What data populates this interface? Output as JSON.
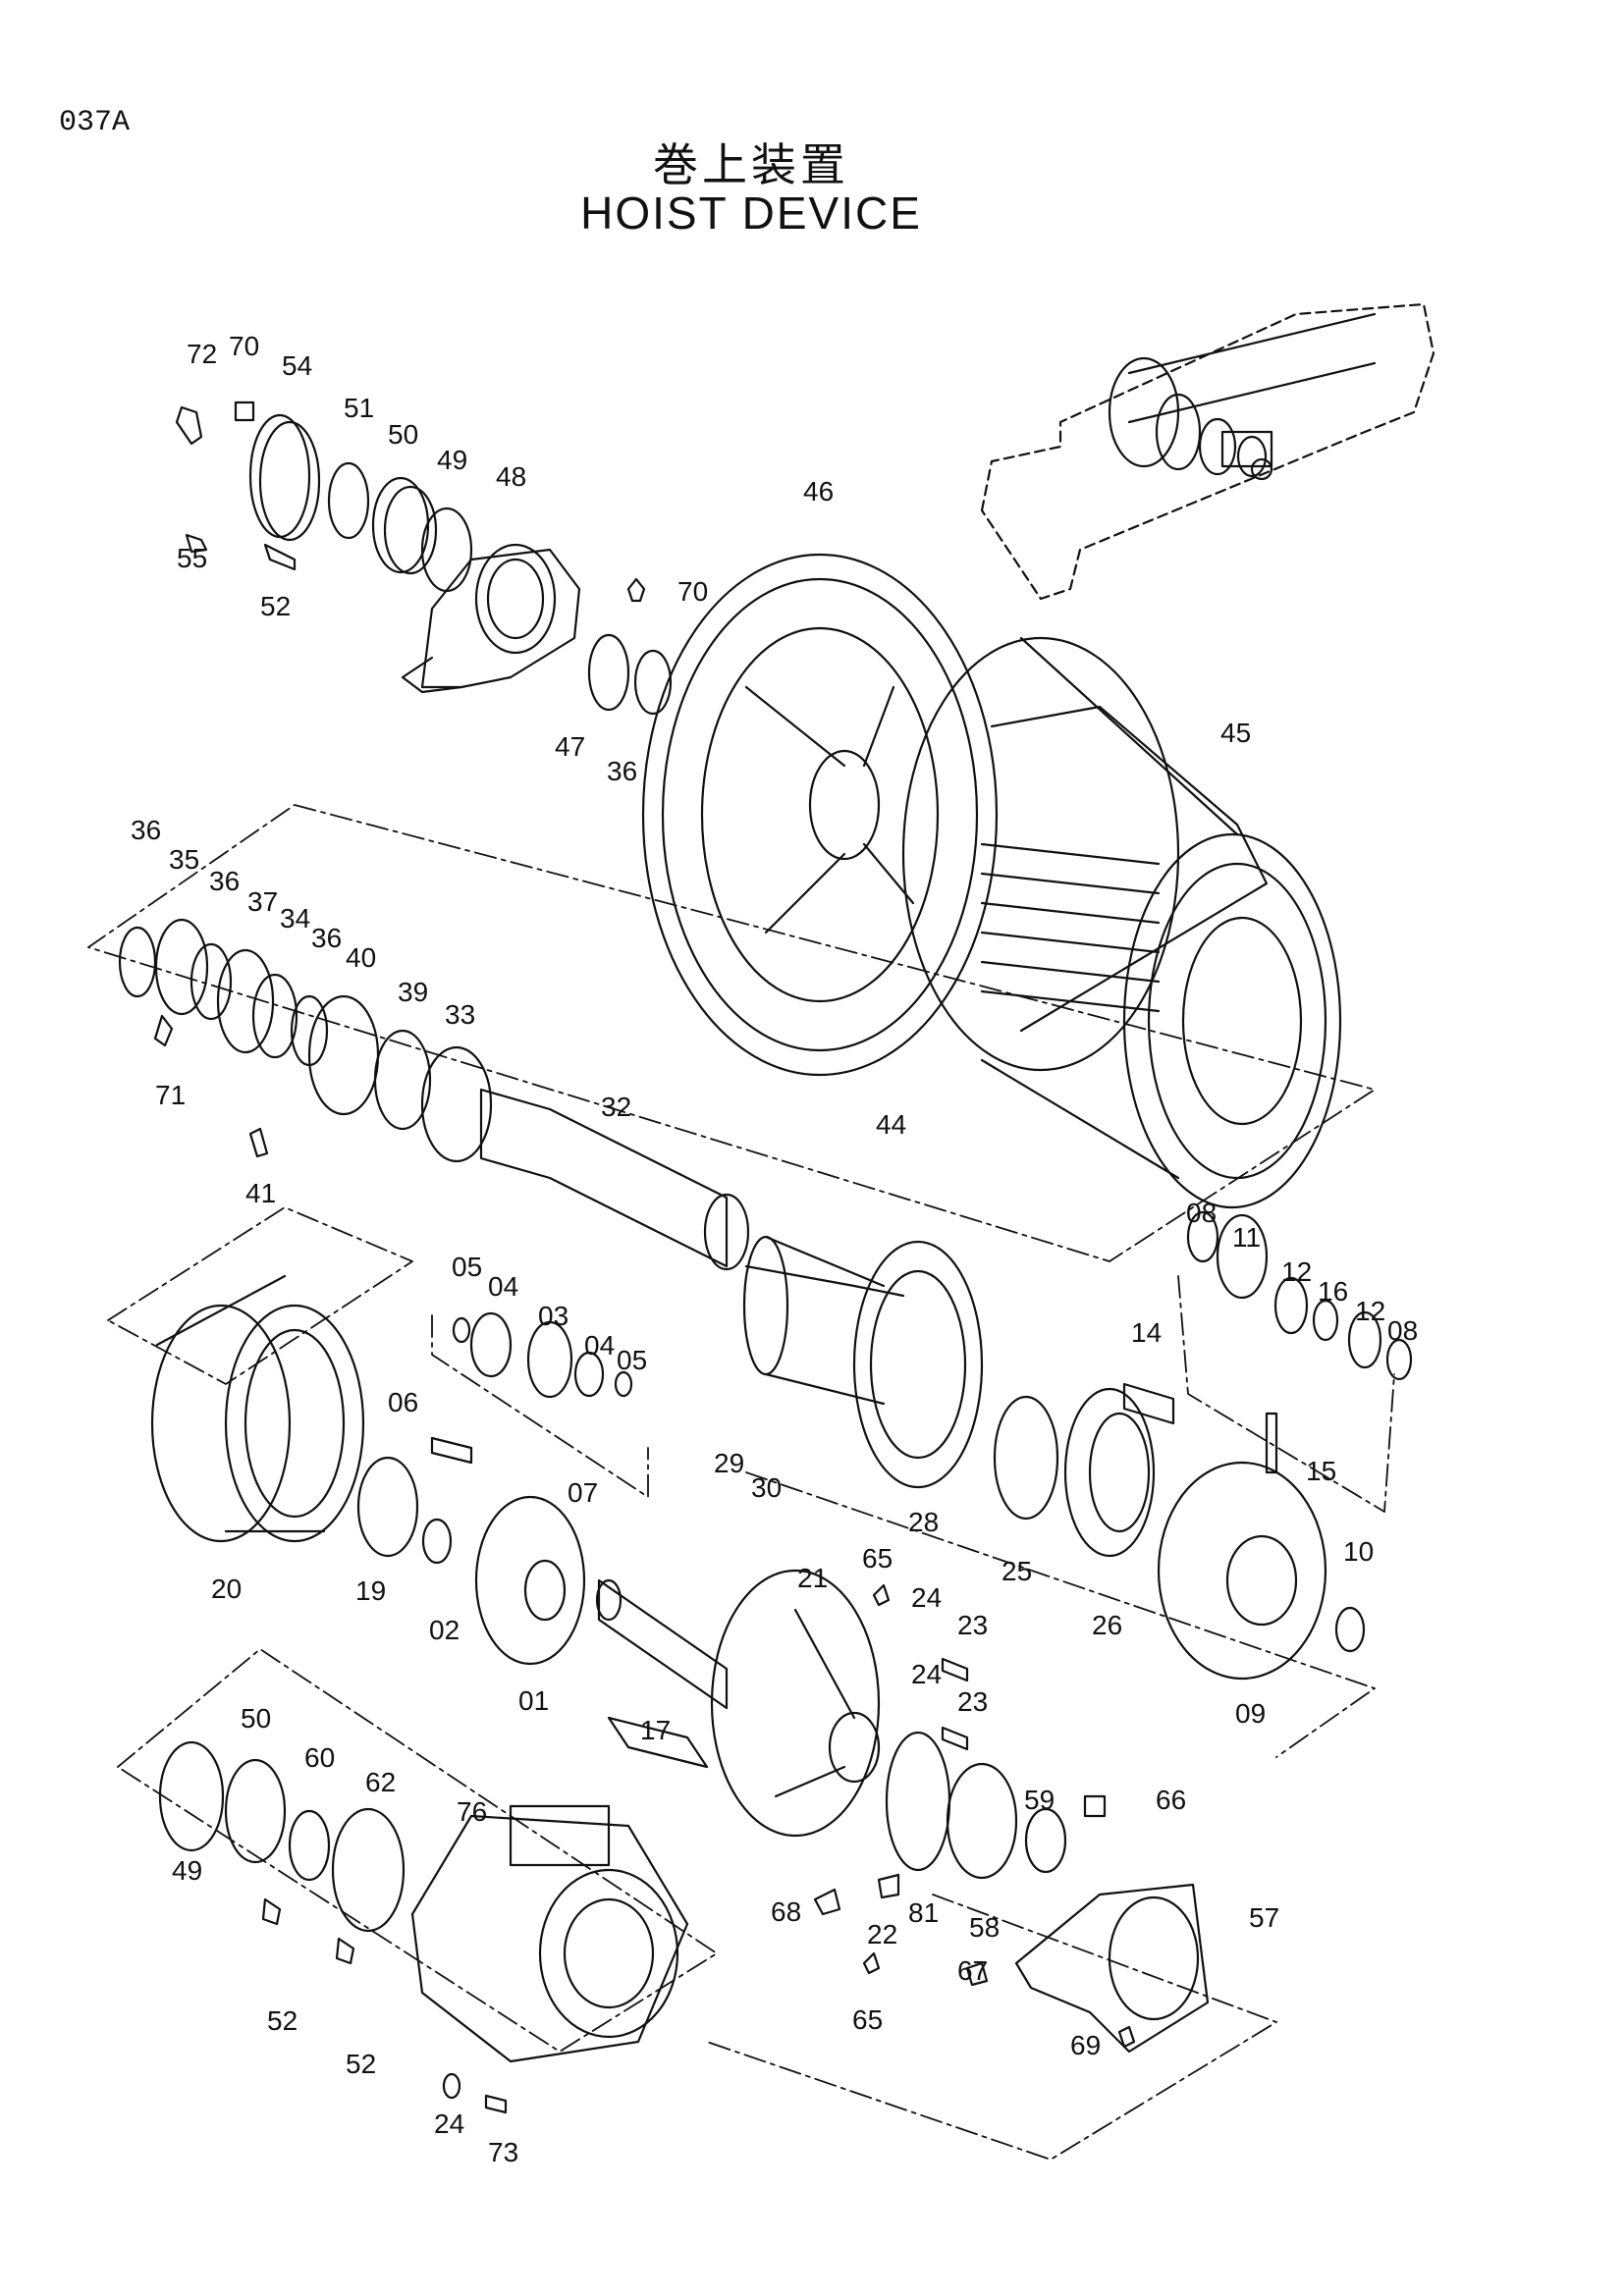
{
  "page_code": "037A",
  "title_jp": "巻上装置",
  "title_en": "HOIST DEVICE",
  "callouts": {
    "c72": "72",
    "c70a": "70",
    "c54": "54",
    "c51": "51",
    "c50a": "50",
    "c49a": "49",
    "c48": "48",
    "c55": "55",
    "c52a": "52",
    "c46": "46",
    "c70b": "70",
    "c47": "47",
    "c36a": "36",
    "c45": "45",
    "c36b": "36",
    "c35": "35",
    "c36c": "36",
    "c37": "37",
    "c34": "34",
    "c36d": "36",
    "c40": "40",
    "c39": "39",
    "c33": "33",
    "c71": "71",
    "c41": "41",
    "c32": "32",
    "c44": "44",
    "c05a": "05",
    "c04a": "04",
    "c03": "03",
    "c04b": "04",
    "c05b": "05",
    "c06": "06",
    "c07": "07",
    "c20": "20",
    "c19": "19",
    "c02": "02",
    "c01": "01",
    "c29": "29",
    "c30": "30",
    "c28": "28",
    "c08a": "08",
    "c11": "11",
    "c12a": "12",
    "c16": "16",
    "c12b": "12",
    "c08b": "08",
    "c14": "14",
    "c15": "15",
    "c25": "25",
    "c26": "26",
    "c10": "10",
    "c09": "09",
    "c21": "21",
    "c65a": "65",
    "c24a": "24",
    "c23a": "23",
    "c24b": "24",
    "c23b": "23",
    "c17": "17",
    "c50b": "50",
    "c60": "60",
    "c62": "62",
    "c76": "76",
    "c49b": "49",
    "c52b": "52",
    "c52c": "52",
    "c24c": "24",
    "c73": "73",
    "c68": "68",
    "c22": "22",
    "c81": "81",
    "c65b": "65",
    "c59": "59",
    "c66": "66",
    "c58": "58",
    "c57": "57",
    "c67": "67",
    "c69": "69"
  }
}
